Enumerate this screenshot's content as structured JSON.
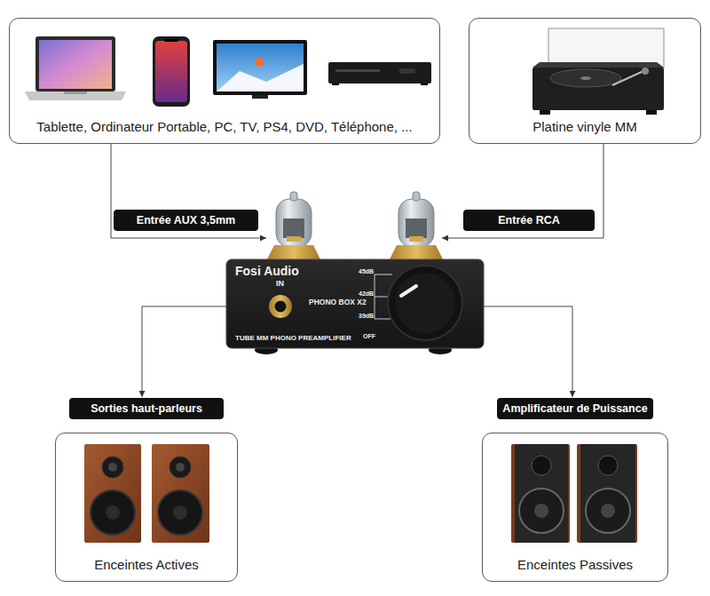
{
  "diagram": {
    "nodes": [
      {
        "text": [
          "Tablette, Ordinateur Portable, PC, TV, PS4, DVD, Téléphone, ..."
        ]
      },
      {
        "text": [
          "Platine vinyle MM"
        ]
      },
      {
        "text": [
          "Entrée AUX 3,5mm"
        ]
      },
      {
        "text": [
          "Entrée RCA"
        ]
      },
      {
        "text": [
          "Fosi Audio",
          "IN",
          "PHONO BOX X2",
          "45dB",
          "42dB",
          "39dB",
          "TUBE MM PHONO PREAMPLIFIER",
          "OFF"
        ]
      },
      {
        "text": [
          "Sorties haut-parleurs"
        ]
      },
      {
        "text": [
          "Amplificateur de Puissance"
        ]
      },
      {
        "text": [
          "Enceintes Actives"
        ]
      },
      {
        "text": [
          "Enceintes Passives"
        ]
      }
    ],
    "edges": [
      {
        "from": 0,
        "to": 4,
        "arrow": "to"
      },
      {
        "from": 1,
        "to": 4,
        "arrow": "to"
      },
      {
        "from": 4,
        "to": 5,
        "arrow": "to"
      },
      {
        "from": 4,
        "to": 6,
        "arrow": "to"
      }
    ]
  }
}
